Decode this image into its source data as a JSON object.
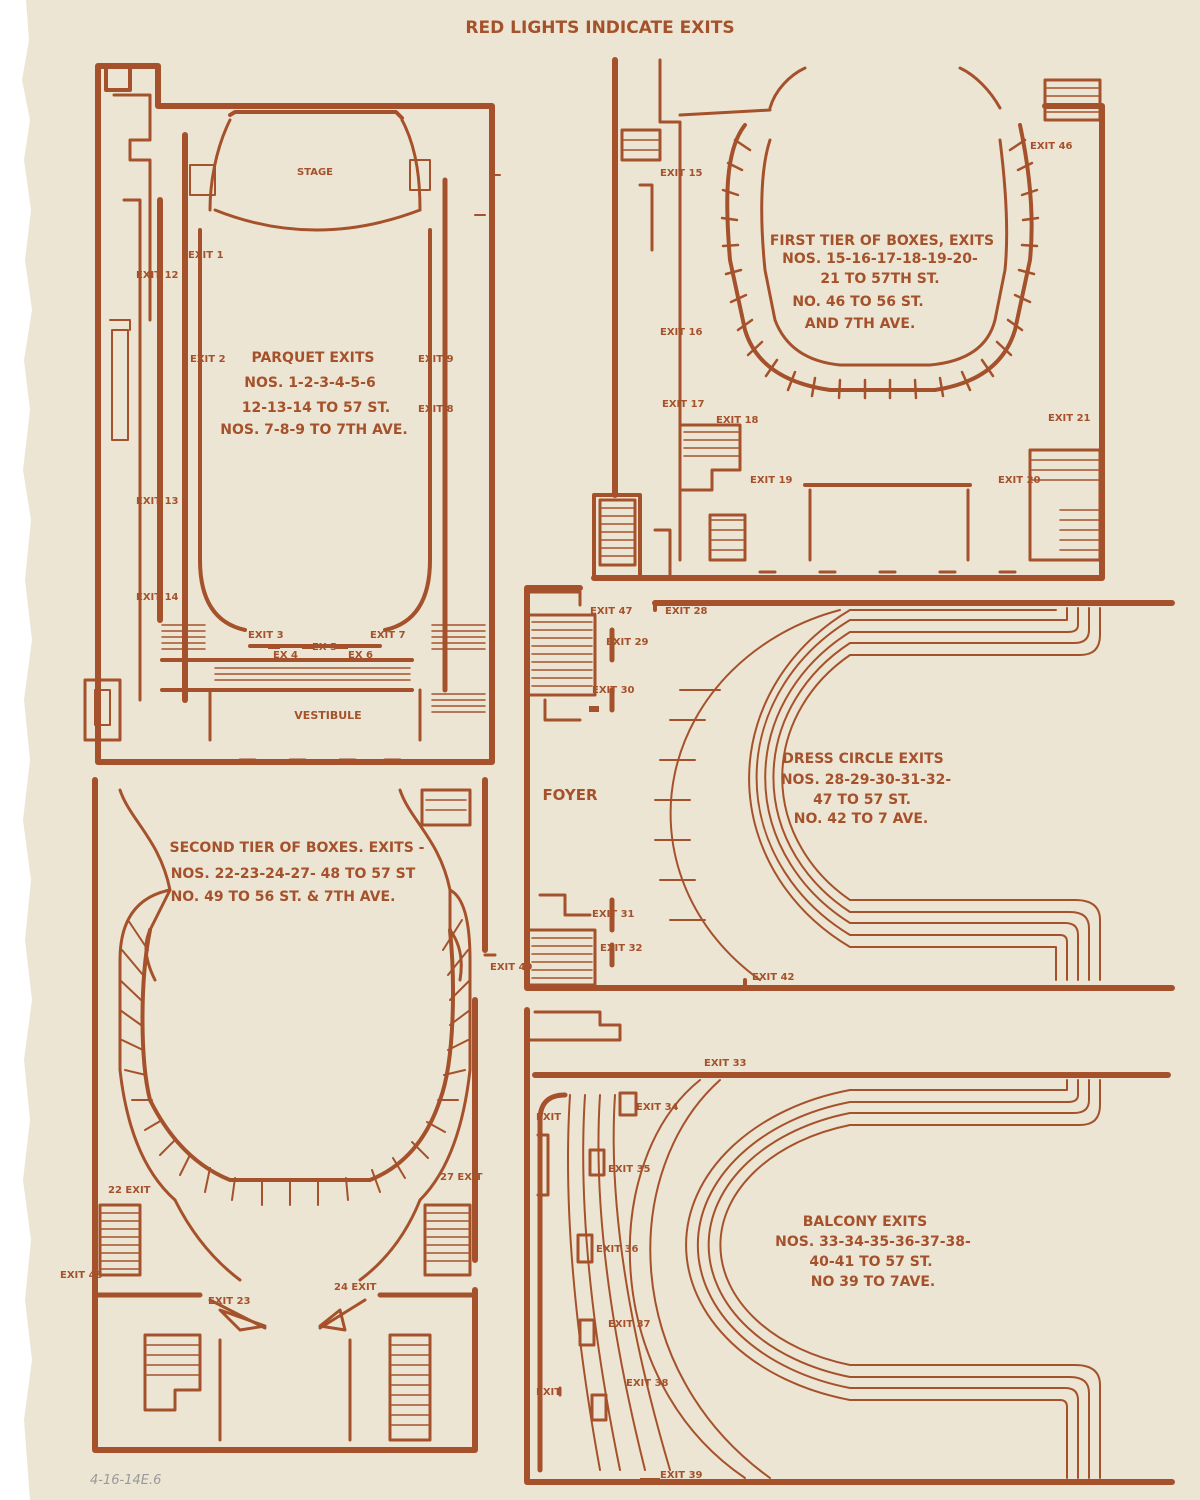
{
  "colors": {
    "ink": "#a5522c",
    "paper": "#ece5d3",
    "pencil": "#9a9a9a"
  },
  "header": "RED LIGHTS INDICATE EXITS",
  "pencil_note": "4-16-14E.6",
  "parquet": {
    "stage": "STAGE",
    "vestibule": "VESTIBULE",
    "title": "PARQUET EXITS",
    "line1": "NOS. 1-2-3-4-5-6",
    "line2": "12-13-14 TO 57 ST.",
    "line3": "NOS. 7-8-9 TO 7TH AVE."
  },
  "first_tier": {
    "title": "FIRST TIER OF BOXES, EXITS",
    "line1": "NOS. 15-16-17-18-19-20-",
    "line2": "21 TO 57TH ST.",
    "line3": "NO. 46 TO 56 ST.",
    "line4": "AND 7TH AVE."
  },
  "dress_circle": {
    "foyer": "FOYER",
    "title": "DRESS CIRCLE EXITS",
    "line1": "NOS. 28-29-30-31-32-",
    "line2": "47 TO 57 ST.",
    "line3": "NO. 42 TO 7 AVE."
  },
  "second_tier": {
    "title": "SECOND TIER OF BOXES. EXITS -",
    "line1": "NOS. 22-23-24-27- 48 TO 57 ST",
    "line2": "NO. 49 TO 56 ST. & 7TH AVE."
  },
  "balcony": {
    "title": "BALCONY EXITS",
    "line1": "NOS. 33-34-35-36-37-38-",
    "line2": "40-41 TO 57 ST.",
    "line3": "NO 39 TO 7AVE."
  },
  "exits": {
    "e1": "EXIT 1",
    "e2": "EXIT 2",
    "e3": "EXIT 3",
    "e4": "EX 4",
    "e5": "EX 5",
    "e6": "EX 6",
    "e7": "EXIT 7",
    "e8": "EXIT 8",
    "e9": "EXIT 9",
    "e12": "EXIT 12",
    "e13": "EXIT 13",
    "e14": "EXIT 14",
    "e15": "EXIT 15",
    "e16": "EXIT 16",
    "e17": "EXIT 17",
    "e18": "EXIT 18",
    "e19": "EXIT 19",
    "e20": "EXIT 20",
    "e21": "EXIT 21",
    "e46": "EXIT 46",
    "e47": "EXIT 47",
    "e28": "EXIT 28",
    "e29": "EXIT 29",
    "e30": "EXIT 30",
    "e31": "EXIT 31",
    "e32": "EXIT 32",
    "e42": "EXIT 42",
    "e22": "22 EXIT",
    "e23": "EXIT 23",
    "e24": "24 EXIT",
    "e27": "27 EXIT",
    "e48": "EXIT 48",
    "e49": "EXIT 49",
    "e33": "EXIT 33",
    "e34": "EXIT 34",
    "e35": "EXIT 35",
    "e36": "EXIT 36",
    "e37": "EXIT 37",
    "e38": "EXIT 38",
    "e39": "EXIT 39",
    "e40": "EXIT",
    "e41": "EXIT"
  }
}
